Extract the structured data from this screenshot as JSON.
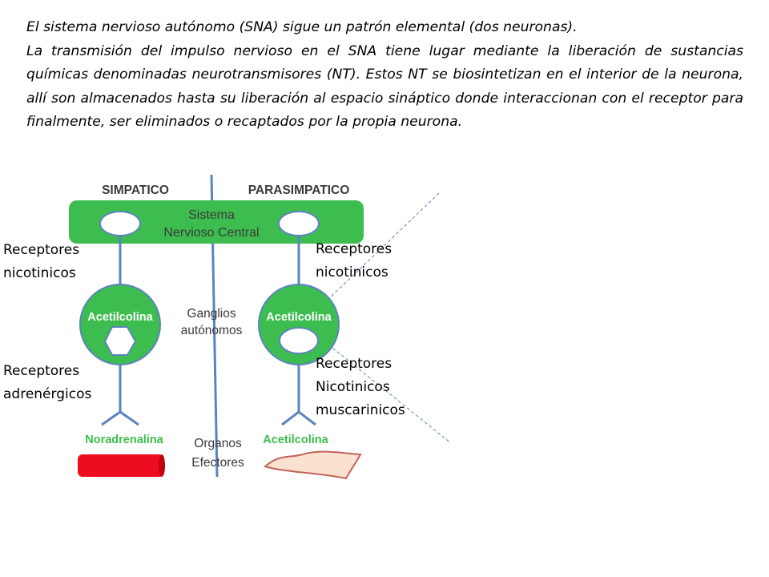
{
  "intro": {
    "line1": "El sistema nervioso autónomo (SNA) sigue un patrón elemental (dos neuronas).",
    "paragraph": "La transmisión del impulso nervioso en el SNA tiene lugar mediante la liberación de sustancias químicas denominadas neurotransmisores (NT). Estos NT se biosintetizan en el interior de la neurona, allí son almacenados hasta su liberación al espacio sináptico donde interaccionan con el receptor para finalmente, ser eliminados o recaptados por la propia neurona."
  },
  "diagram": {
    "header_left": "SIMPATICO",
    "header_right": "PARASIMPATICO",
    "cns_line1": "Sistema",
    "cns_line2": "Nervioso Central",
    "ganglion_left_label": "Acetilcolina",
    "ganglion_right_label": "Acetilcolina",
    "ganglia_line1": "Ganglios",
    "ganglia_line2": "autónomos",
    "nt_left": "Noradrenalina",
    "nt_right": "Acetilcolina",
    "organs_line1": "Organos",
    "organs_line2": "Efectores",
    "colors": {
      "green": "#3dbd4f",
      "nerve_blue": "#5b84bd",
      "vessel_red": "#ee0d1e",
      "muscle_fill": "#fbe2d0",
      "muscle_stroke": "#c1625a"
    }
  },
  "labels": {
    "left_top": [
      "Receptores",
      "nicotinicos"
    ],
    "left_bottom": [
      "Receptores",
      "adrenérgicos"
    ],
    "right_top": [
      "Receptores",
      "nicotinicos"
    ],
    "right_bottom": [
      "Receptores",
      "Nicotinicos",
      "muscarinicos"
    ]
  }
}
